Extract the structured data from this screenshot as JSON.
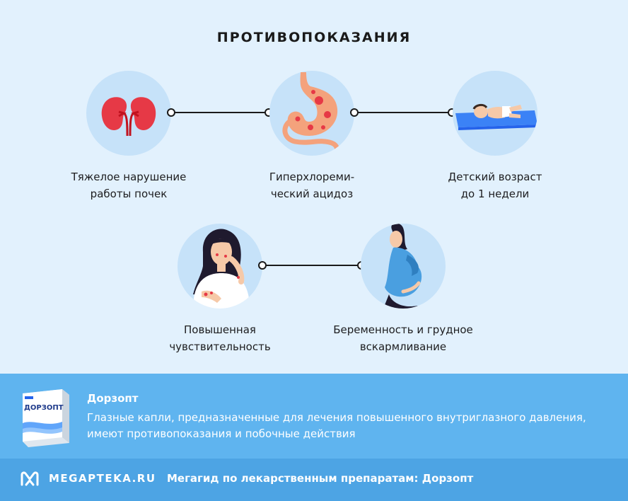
{
  "title": "ПРОТИВОПОКАЗАНИЯ",
  "contraindications": [
    {
      "icon": "kidneys-icon",
      "line1": "Тяжелое нарушение",
      "line2": "работы почек"
    },
    {
      "icon": "stomach-icon",
      "line1": "Гиперхлореми-",
      "line2": "ческий ацидоз"
    },
    {
      "icon": "infant-icon",
      "line1": "Детский возраст",
      "line2": "до 1 недели"
    },
    {
      "icon": "allergy-woman-icon",
      "line1": "Повышенная",
      "line2": "чувствительность"
    },
    {
      "icon": "pregnant-woman-icon",
      "line1": "Беременность и грудное",
      "line2": "вскармливание"
    }
  ],
  "product": {
    "name": "Дорзопт",
    "description": "Глазные капли, предназначенные для лечения повышенного внутриглазного давления, имеют противопоказания и побочные действия",
    "package_label": "ДОРЗОПТ"
  },
  "footer": {
    "brand": "MEGAPTEKA.RU",
    "guide": "Мегагид по лекарственным препаратам: Дорзопт"
  },
  "colors": {
    "background": "#e2f1fd",
    "circle": "#c6e2f9",
    "band": "#5fb4ef",
    "footer": "#4da4e4"
  }
}
